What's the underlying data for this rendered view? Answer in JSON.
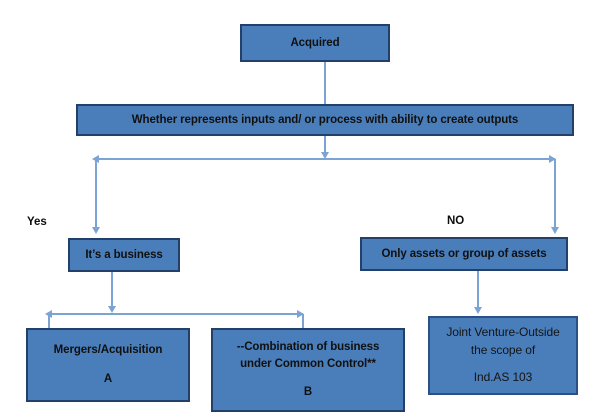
{
  "diagram": {
    "title": "Acquired business assessment flowchart",
    "colors": {
      "node_fill": "#4A7EBB",
      "node_border": "#23406A",
      "connector": "#7BA3D4",
      "text": "#10100F",
      "background": "#FFFFFF"
    },
    "nodes": {
      "acquired": {
        "text": "Acquired"
      },
      "assessment": {
        "text": "Whether represents inputs and/ or process with ability to create outputs"
      },
      "business": {
        "text": "It’s a business"
      },
      "assets": {
        "text": "Only assets or group of assets"
      },
      "mergers": {
        "line1": "Mergers/Acquisition",
        "tag": "A"
      },
      "common_control": {
        "line1": "--Combination of business",
        "line2": "under Common Control**",
        "tag": "B"
      },
      "joint_venture": {
        "line1": "Joint Venture-Outside",
        "line2": "the scope of",
        "tag": "Ind.AS 103"
      }
    },
    "labels": {
      "yes": "Yes",
      "no": "NO"
    }
  }
}
